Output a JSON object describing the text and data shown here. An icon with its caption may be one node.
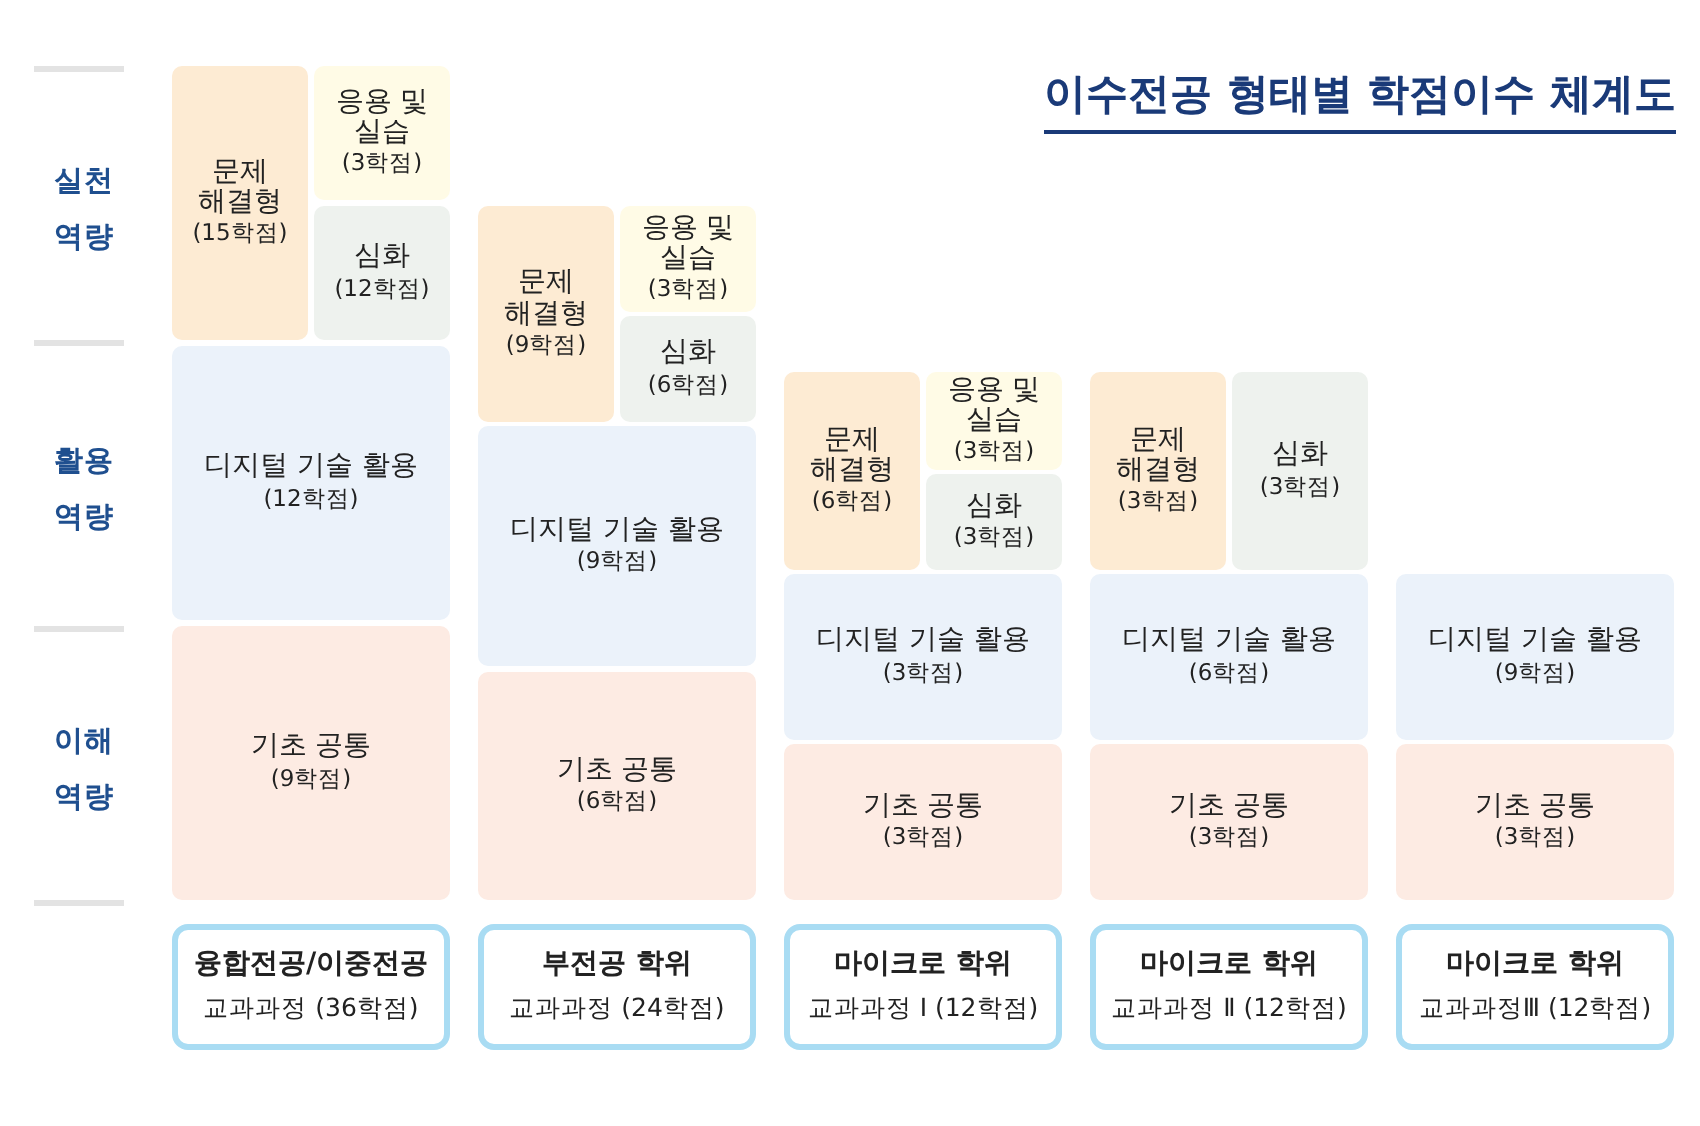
{
  "diagram": {
    "title": "이수전공 형태별 학점이수 체계도",
    "nodes": [
      {
        "text": [
          "문제 해결형",
          "(15학점)"
        ]
      },
      {
        "text": [
          "응용 및 실습",
          "(3학점)"
        ]
      },
      {
        "text": [
          "심화",
          "(12학점)"
        ]
      },
      {
        "text": [
          "디지털 기술 활용",
          "(12학점)"
        ]
      },
      {
        "text": [
          "기초 공통",
          "(9학점)"
        ]
      },
      {
        "text": [
          "융합전공/이중전공",
          "교과과정 (36학점)"
        ]
      },
      {
        "text": [
          "문제 해결형",
          "(9학점)"
        ]
      },
      {
        "text": [
          "응용 및 실습",
          "(3학점)"
        ]
      },
      {
        "text": [
          "심화",
          "(6학점)"
        ]
      },
      {
        "text": [
          "디지털 기술 활용",
          "(9학점)"
        ]
      },
      {
        "text": [
          "기초 공통",
          "(6학점)"
        ]
      },
      {
        "text": [
          "부전공 학위",
          "교과과정 (24학점)"
        ]
      },
      {
        "text": [
          "문제 해결형",
          "(6학점)"
        ]
      },
      {
        "text": [
          "응용 및 실습",
          "(3학점)"
        ]
      },
      {
        "text": [
          "심화",
          "(3학점)"
        ]
      },
      {
        "text": [
          "디지털 기술 활용",
          "(3학점)"
        ]
      },
      {
        "text": [
          "기초 공통",
          "(3학점)"
        ]
      },
      {
        "text": [
          "마이크로 학위",
          "교과과정 Ⅰ (12학점)"
        ]
      },
      {
        "text": [
          "문제 해결형",
          "(3학점)"
        ]
      },
      {
        "text": [
          "심화",
          "(3학점)"
        ]
      },
      {
        "text": [
          "디지털 기술 활용",
          "(6학점)"
        ]
      },
      {
        "text": [
          "기초 공통",
          "(3학점)"
        ]
      },
      {
        "text": [
          "마이크로 학위",
          "교과과정 Ⅱ (12학점)"
        ]
      },
      {
        "text": [
          "디지털 기술 활용",
          "(9학점)"
        ]
      },
      {
        "text": [
          "기초 공통",
          "(3학점)"
        ]
      },
      {
        "text": [
          "마이크로 학위",
          "교과과정Ⅲ (12학점)"
        ]
      }
    ],
    "labels": [
      "실천 역량",
      "활용 역량",
      "이해 역량"
    ]
  }
}
